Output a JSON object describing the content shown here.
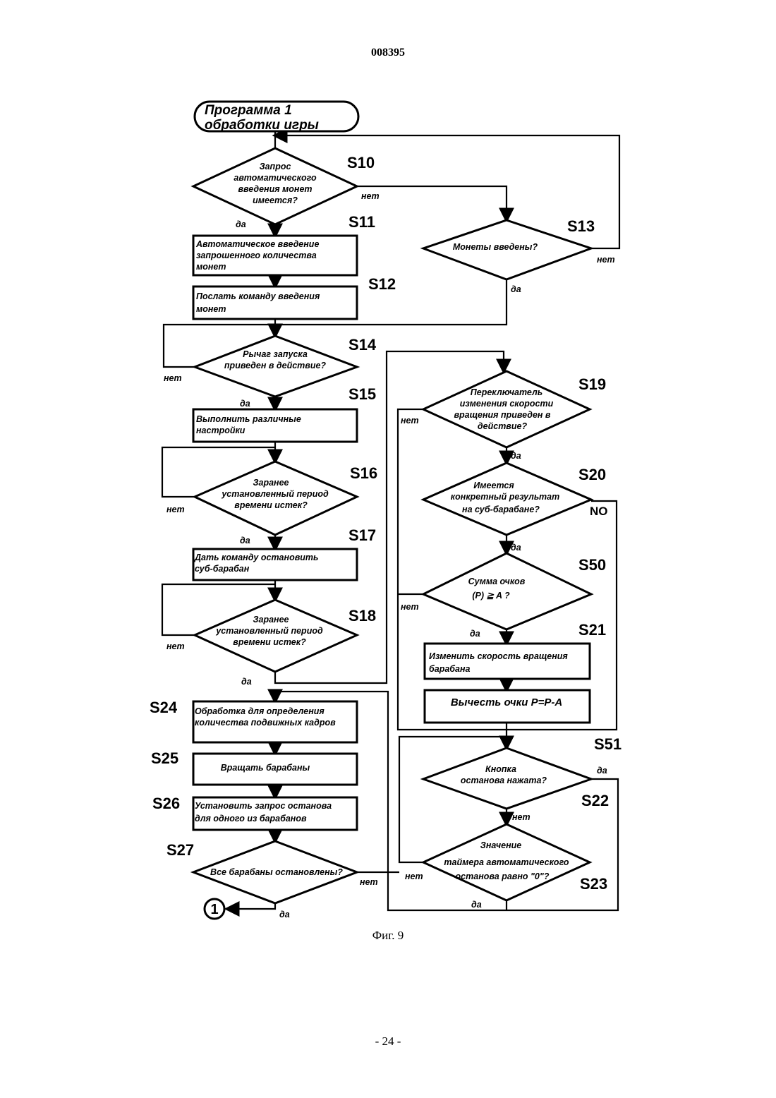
{
  "header": {
    "doc_number": "008395"
  },
  "caption": "Фиг. 9",
  "page_number": "- 24 -",
  "flowchart": {
    "start": {
      "line1": "Программа 1",
      "line2": "обработки игры"
    },
    "S10": {
      "label": "S10",
      "lines": [
        "Запрос",
        "автоматического",
        "введения монет",
        "имеется?"
      ]
    },
    "S11": {
      "label": "S11",
      "lines": [
        "Автоматическое введение",
        "запрошенного количества",
        "монет"
      ]
    },
    "S12": {
      "label": "S12",
      "lines": [
        "Послать команду введения",
        "монет"
      ]
    },
    "S13": {
      "label": "S13",
      "lines": [
        "Монеты введены?"
      ]
    },
    "S14": {
      "label": "S14",
      "lines": [
        "Рычаг запуска",
        "приведен в действие?"
      ]
    },
    "S15": {
      "label": "S15",
      "lines": [
        "Выполнить различные",
        "настройки"
      ]
    },
    "S16": {
      "label": "S16",
      "lines": [
        "Заранее",
        "установленный период",
        "времени истек?"
      ]
    },
    "S17": {
      "label": "S17",
      "lines": [
        "Дать команду остановить",
        "суб-барабан"
      ]
    },
    "S18": {
      "label": "S18",
      "lines": [
        "Заранее",
        "установленный период",
        "времени истек?"
      ]
    },
    "S19": {
      "label": "S19",
      "lines": [
        "Переключатель",
        "изменения скорости",
        "вращения приведен в",
        "действие?"
      ]
    },
    "S20": {
      "label": "S20",
      "lines": [
        "Имеется",
        "конкретный результат",
        "на суб-барабане?"
      ]
    },
    "S50": {
      "label": "S50",
      "lines": [
        "Сумма очков",
        "(P)  ≧  A ?"
      ]
    },
    "S21": {
      "label": "S21",
      "lines": [
        "Изменить скорость вращения",
        "барабана"
      ]
    },
    "S51": {
      "label": "S51",
      "lines": [
        "Вычесть очки P=P-A"
      ]
    },
    "S22": {
      "label": "S22",
      "lines": [
        "Кнопка",
        "останова нажата?"
      ]
    },
    "S23": {
      "label": "S23",
      "lines": [
        "Значение",
        "таймера автоматического",
        "останова равно \"0\"?"
      ]
    },
    "S24": {
      "label": "S24",
      "lines": [
        "Обработка для определения",
        "количества подвижных кадров"
      ]
    },
    "S25": {
      "label": "S25",
      "lines": [
        "Вращать барабаны"
      ]
    },
    "S26": {
      "label": "S26",
      "lines": [
        "Установить запрос останова",
        "для одного из барабанов"
      ]
    },
    "S27": {
      "label": "S27",
      "lines": [
        "Все барабаны остановлены?"
      ]
    },
    "answers": {
      "yes": "да",
      "no": "нет",
      "no_en": "NO"
    },
    "connector": "1"
  }
}
